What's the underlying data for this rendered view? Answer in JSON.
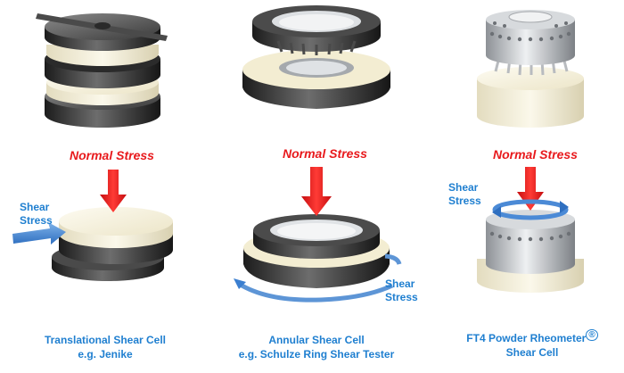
{
  "labels": {
    "normal_stress": "Normal Stress",
    "shear_line1": "Shear",
    "shear_line2": "Stress"
  },
  "captions": {
    "translational": {
      "line1": "Translational Shear Cell",
      "line2": "e.g. Jenike"
    },
    "annular": {
      "line1": "Annular Shear Cell",
      "line2": "e.g. Schulze Ring Shear Tester"
    },
    "ft4": {
      "line1": "FT4 Powder Rheometer",
      "reg": "®",
      "line2": "Shear Cell"
    }
  },
  "colors": {
    "text_blue": "#1f7fd0",
    "stress_red": "#e8191c",
    "arrow_blue": "#3b7fd0",
    "dark_rubber": "#3a3a3a",
    "cream_powder": "#f6f1da",
    "steel": "#cfd2d5"
  }
}
